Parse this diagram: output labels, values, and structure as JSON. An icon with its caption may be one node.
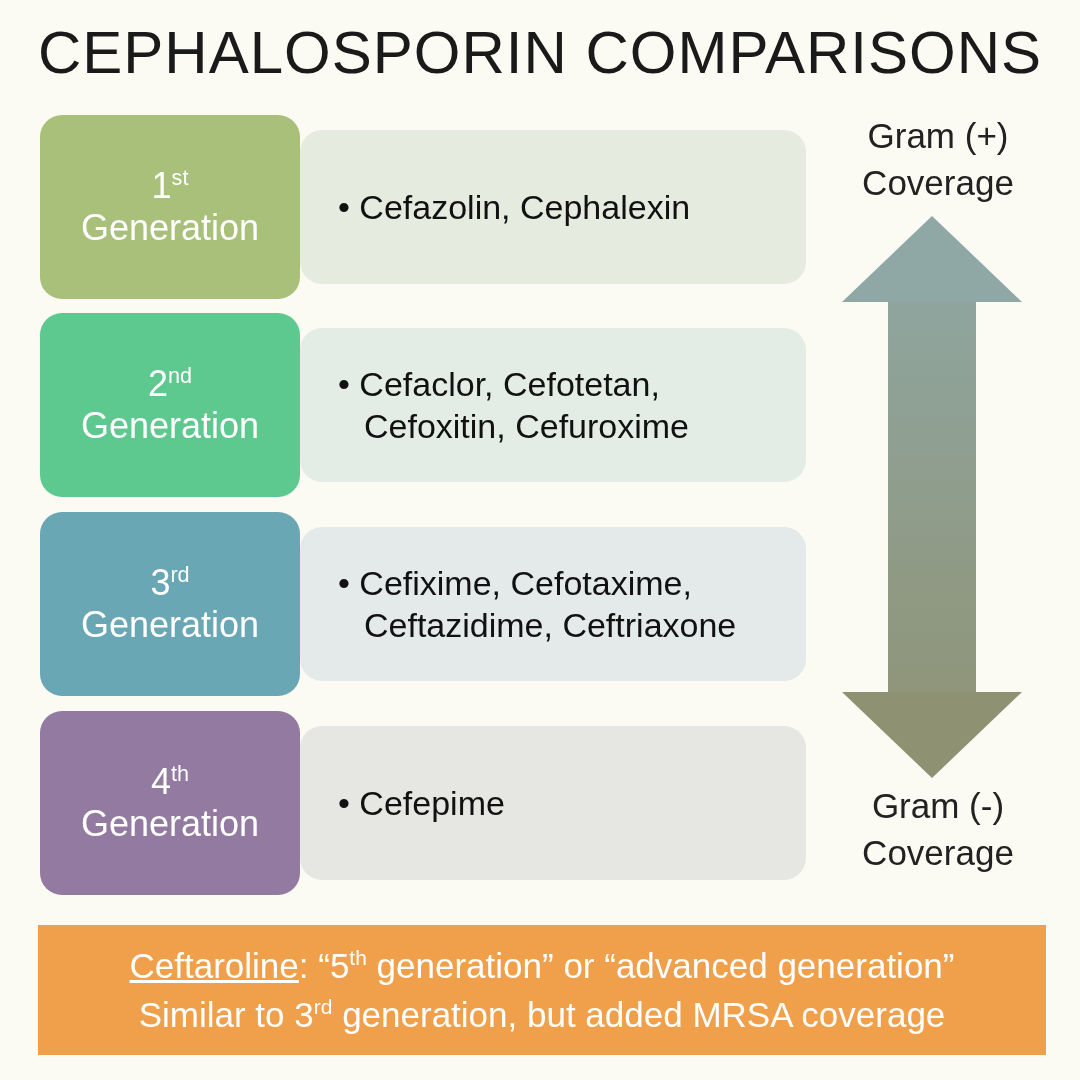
{
  "diagram": {
    "title": "CEPHALOSPORIN COMPARISONS",
    "nodes": [
      {
        "text": [
          "1$^{st}$ Generation"
        ]
      },
      {
        "text": [
          "• Cefazolin, Cephalexin"
        ]
      },
      {
        "text": [
          "2$^{nd}$ Generation"
        ]
      },
      {
        "text": [
          "• Cefaclor, Cefotetan, Cefoxitin, Cefuroxime"
        ]
      },
      {
        "text": [
          "3$^{rd}$ Generation"
        ]
      },
      {
        "text": [
          "• Cefixime, Cefotaxime, Ceftazidime, Ceftriaxone"
        ]
      },
      {
        "text": [
          "4$^{th}$ Generation"
        ]
      },
      {
        "text": [
          "• Cefepime"
        ]
      },
      {
        "text": [
          "Gram (+) Coverage"
        ]
      },
      {
        "text": [
          "Gram (-) Coverage"
        ]
      },
      {
        "text": [
          "Ceftaroline",
          ": “5$^{th}$ generation” or “advanced generation”",
          "Similar to 3$^{rd}$ generation, but added MRSA coverage"
        ]
      }
    ],
    "edges": [
      {
        "from": 8,
        "to": 9,
        "arrow": "both"
      }
    ]
  }
}
